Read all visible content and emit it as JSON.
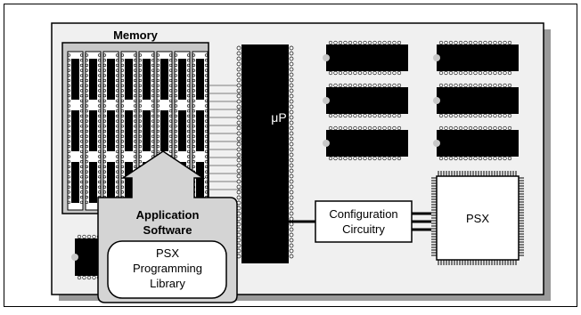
{
  "labels": {
    "memory": "Memory",
    "processor": "μP",
    "configuration_line1": "Configuration",
    "configuration_line2": "Circuitry",
    "psx": "PSX",
    "application_line1": "Application",
    "application_line2": "Software",
    "library_line1": "PSX",
    "library_line2": "Programming",
    "library_line3": "Library"
  },
  "colors": {
    "board": "#f0f0f0",
    "board_shadow": "#9a9a9a",
    "chip": "#000000",
    "memory_panel": "#c8c8c8",
    "callout": "#d4d4d4",
    "outline": "#000000"
  }
}
